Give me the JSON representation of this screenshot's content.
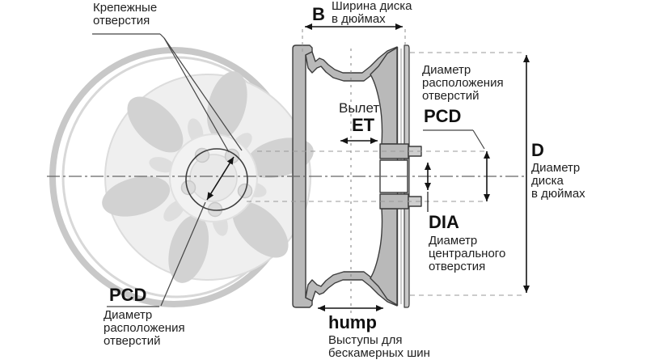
{
  "diagram_title": "Wheel rim dimension diagram",
  "labels": {
    "mounting_holes": "Крепежные\nотверстия",
    "width": {
      "abbr": "B",
      "desc": "Ширина диска\nв дюймах"
    },
    "pcd_right": {
      "abbr": "PCD",
      "desc": "Диаметр\nрасположения\nотверстий"
    },
    "offset": {
      "name": "Вылет",
      "abbr": "ET"
    },
    "diameter": {
      "abbr": "D",
      "desc": "Диаметр\nдиска\nв дюймах"
    },
    "dia": {
      "abbr": "DIA",
      "desc": "Диаметр\nцентрального\nотверстия"
    },
    "hump": {
      "abbr": "hump",
      "desc": "Выступы для\nбескамерных шин"
    },
    "pcd_left": {
      "abbr": "PCD",
      "desc": "Диаметр\nрасположения\nотверстий"
    }
  },
  "colors": {
    "background": "#ffffff",
    "dimension_line": "#141414",
    "section_fill": "#b9b9b9",
    "section_outline": "#3c3c3c",
    "faded_wheel": "#d6d6d6"
  }
}
